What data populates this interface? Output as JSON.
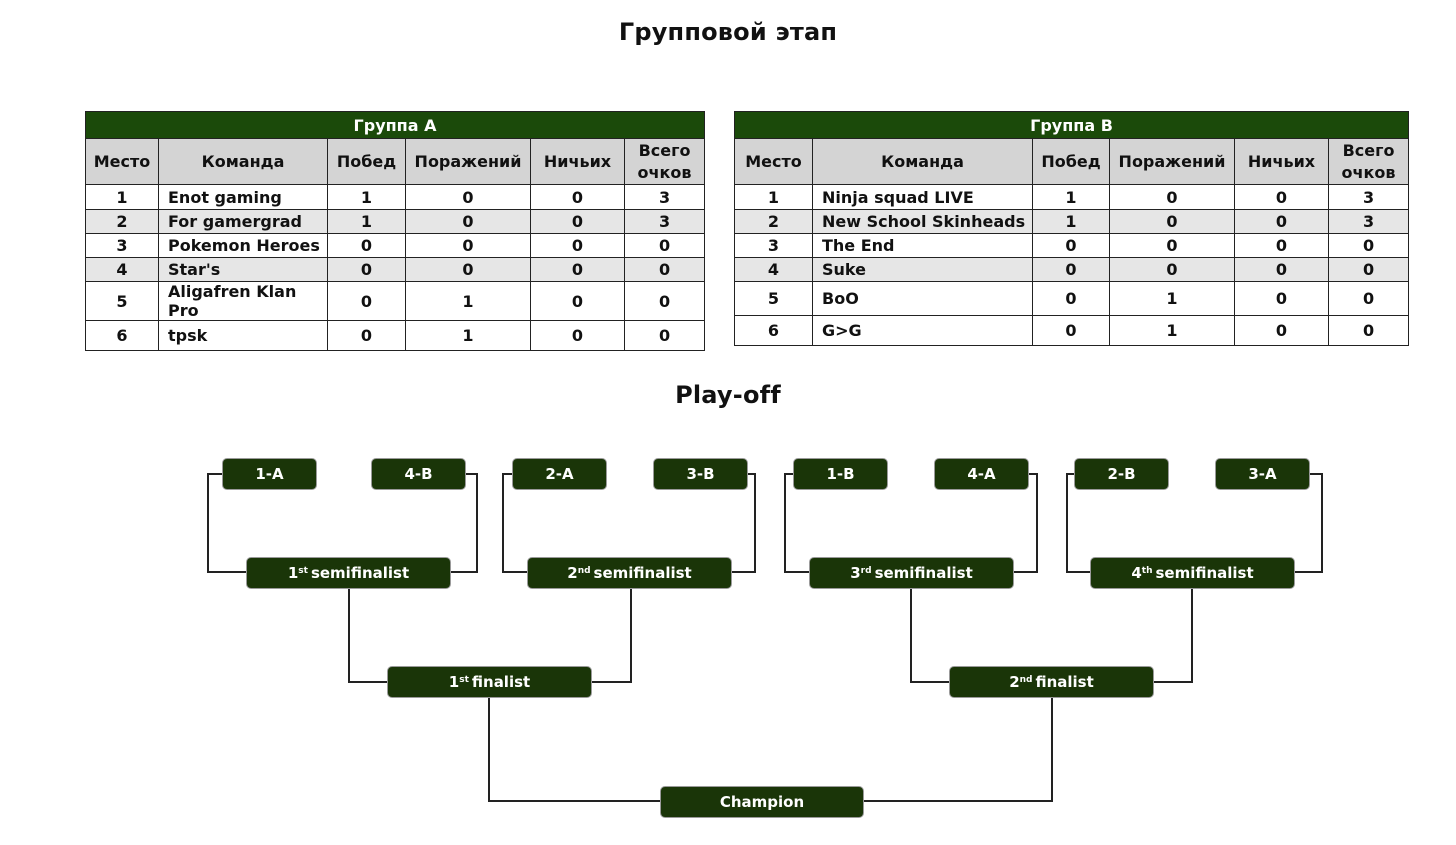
{
  "page_title": "Групповой этап",
  "playoff_title": "Play-off",
  "colors": {
    "header_green": "#1b4a0a",
    "box_green": "#1a3508",
    "column_header_gray": "#d4d4d4",
    "alt_row_gray": "#e6e6e6"
  },
  "columns": [
    "Место",
    "Команда",
    "Побед",
    "Поражений",
    "Ничьих",
    "Всего очков"
  ],
  "groups": [
    {
      "name": "Группа A",
      "rows": [
        {
          "place": "1",
          "team": "Enot gaming",
          "wins": "1",
          "losses": "0",
          "draws": "0",
          "points": "3"
        },
        {
          "place": "2",
          "team": "For gamergrad",
          "wins": "1",
          "losses": "0",
          "draws": "0",
          "points": "3"
        },
        {
          "place": "3",
          "team": "Pokemon Heroes",
          "wins": "0",
          "losses": "0",
          "draws": "0",
          "points": "0"
        },
        {
          "place": "4",
          "team": "Star's",
          "wins": "0",
          "losses": "0",
          "draws": "0",
          "points": "0"
        },
        {
          "place": "5",
          "team": "Aligafren Klan Pro",
          "wins": "0",
          "losses": "1",
          "draws": "0",
          "points": "0"
        },
        {
          "place": "6",
          "team": "tpsk",
          "wins": "0",
          "losses": "1",
          "draws": "0",
          "points": "0"
        }
      ]
    },
    {
      "name": "Группа B",
      "rows": [
        {
          "place": "1",
          "team": "Ninja squad LIVE",
          "wins": "1",
          "losses": "0",
          "draws": "0",
          "points": "3"
        },
        {
          "place": "2",
          "team": "New School Skinheads",
          "wins": "1",
          "losses": "0",
          "draws": "0",
          "points": "3"
        },
        {
          "place": "3",
          "team": "The End",
          "wins": "0",
          "losses": "0",
          "draws": "0",
          "points": "0"
        },
        {
          "place": "4",
          "team": "Suke",
          "wins": "0",
          "losses": "0",
          "draws": "0",
          "points": "0"
        },
        {
          "place": "5",
          "team": "BoO",
          "wins": "0",
          "losses": "1",
          "draws": "0",
          "points": "0"
        },
        {
          "place": "6",
          "team": "G>G",
          "wins": "0",
          "losses": "1",
          "draws": "0",
          "points": "0"
        }
      ]
    }
  ],
  "bracket": {
    "round1": [
      "1-A",
      "4-B",
      "2-A",
      "3-B",
      "1-B",
      "4-A",
      "2-B",
      "3-A"
    ],
    "semifinalists": [
      {
        "num": "1",
        "suffix": "st",
        "label": "semifinalist"
      },
      {
        "num": "2",
        "suffix": "nd",
        "label": "semifinalist"
      },
      {
        "num": "3",
        "suffix": "rd",
        "label": "semifinalist"
      },
      {
        "num": "4",
        "suffix": "th",
        "label": "semifinalist"
      }
    ],
    "finalists": [
      {
        "num": "1",
        "suffix": "st",
        "label": "finalist"
      },
      {
        "num": "2",
        "suffix": "nd",
        "label": "finalist"
      }
    ],
    "champion": "Champion"
  }
}
